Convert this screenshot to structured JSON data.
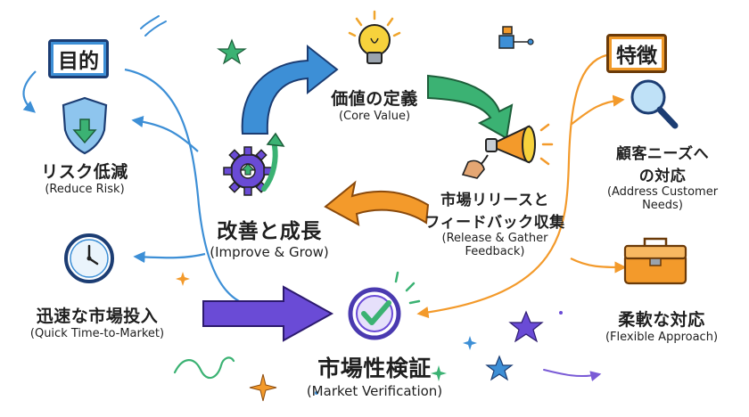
{
  "left_section": {
    "title": "目的"
  },
  "right_section": {
    "title": "特徴"
  },
  "cycle": {
    "core_value": {
      "jp": "価値の定義",
      "en": "(Core Value)"
    },
    "release": {
      "jp_line1": "市場リリースと",
      "jp_line2": "フィードバック収集",
      "en_line1": "(Release & Gather",
      "en_line2": "Feedback)"
    },
    "improve": {
      "jp": "改善と成長",
      "en": "(Improve & Grow)"
    }
  },
  "center": {
    "jp": "市場性検証",
    "en": "(Market Verification)"
  },
  "purposes": [
    {
      "jp": "リスク低減",
      "en": "(Reduce Risk)",
      "icon": "shield-down-arrow-icon"
    },
    {
      "jp": "迅速な市場投入",
      "en": "(Quick Time-to-Market)",
      "icon": "clock-icon"
    }
  ],
  "features": [
    {
      "jp_line1": "顧客ニーズへ",
      "jp_line2": "の対応",
      "en_line1": "(Address Customer",
      "en_line2": "Needs)",
      "icon": "magnifier-icon"
    },
    {
      "jp": "柔軟な対応",
      "en": "(Flexible Approach)",
      "icon": "toolbox-icon"
    }
  ],
  "colors": {
    "blue": "#3d8fd6",
    "green": "#3bb273",
    "orange": "#f39a2b",
    "purple": "#6a4bd6",
    "yellow": "#f7d23c"
  }
}
